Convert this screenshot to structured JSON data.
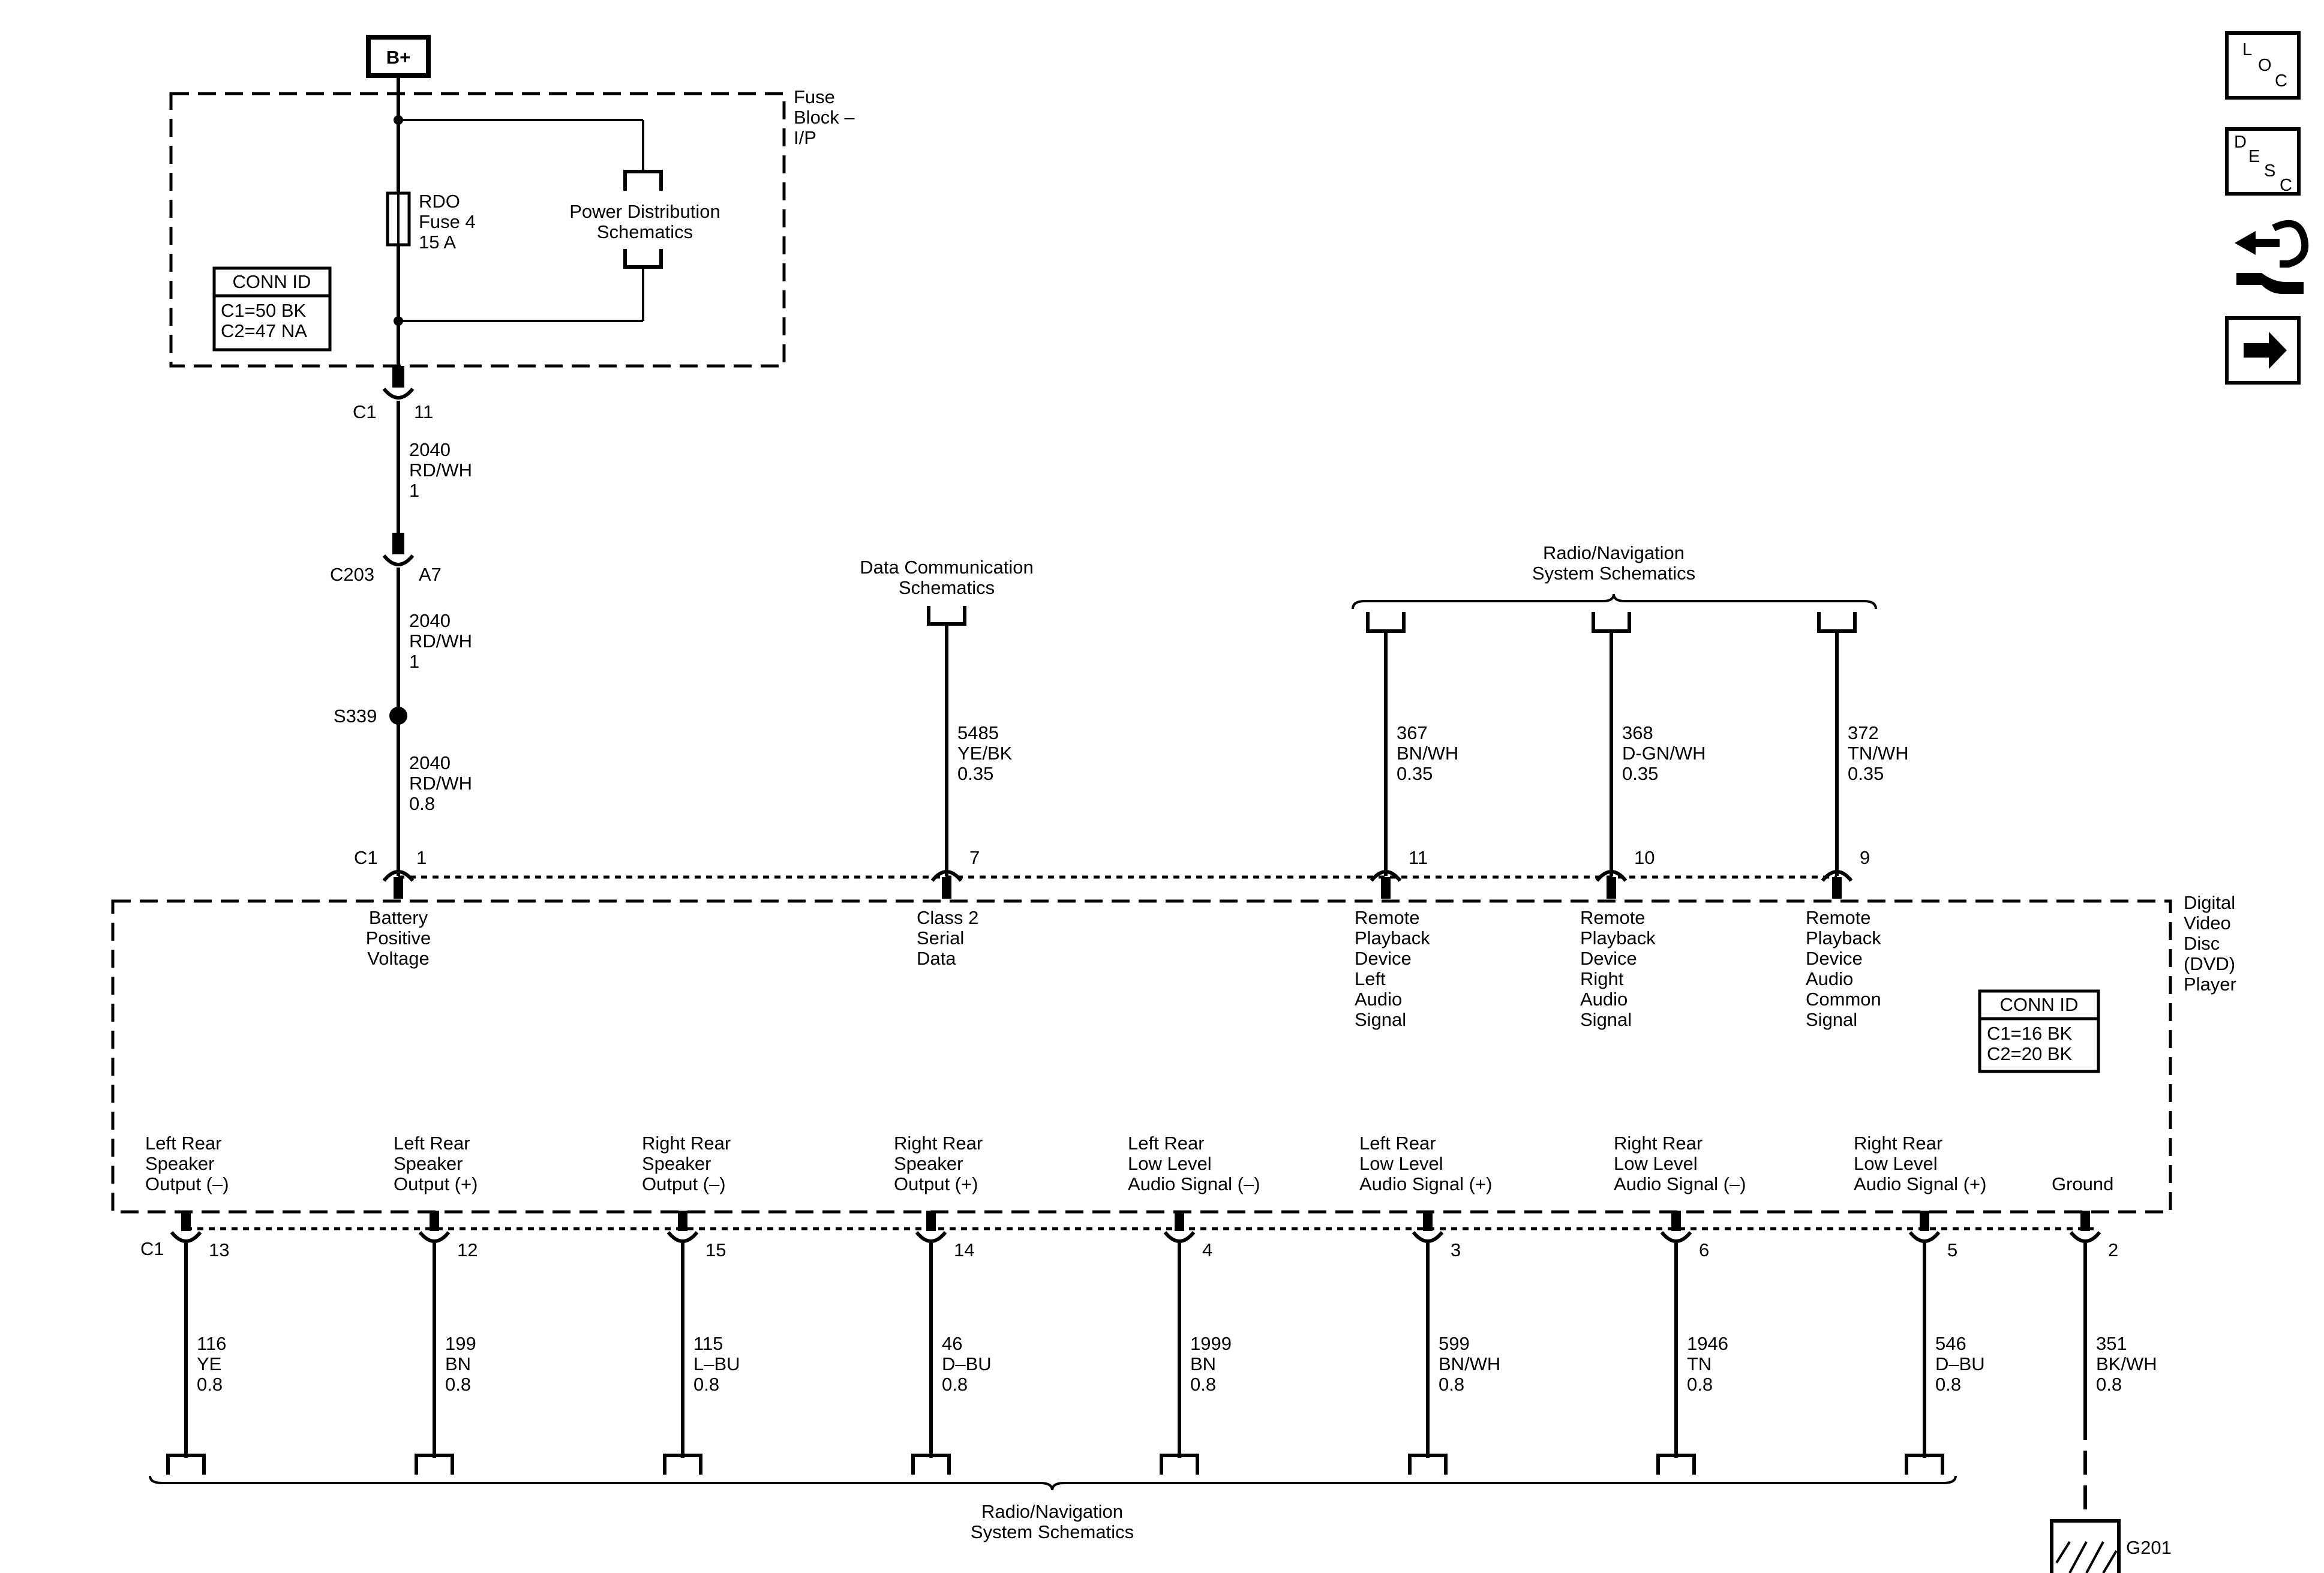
{
  "power": {
    "source": "B+",
    "fuse_block": [
      "Fuse",
      "Block –",
      "I/P"
    ],
    "fuse": [
      "RDO",
      "Fuse 4",
      "15 A"
    ],
    "power_dist": [
      "Power Distribution",
      "Schematics"
    ],
    "conn_title": "CONN ID",
    "conn_lines": [
      "C1=50 BK",
      "C2=47 NA"
    ],
    "c1_label": "C1",
    "c1_pin": "11",
    "wire1": [
      "2040",
      "RD/WH",
      "1"
    ],
    "c203_label": "C203",
    "c203_pin": "A7",
    "wire2": [
      "2040",
      "RD/WH",
      "1"
    ],
    "splice": "S339",
    "wire3": [
      "2040",
      "RD/WH",
      "0.8"
    ]
  },
  "data_comm": {
    "title": [
      "Data Communication",
      "Schematics"
    ],
    "wire": [
      "5485",
      "YE/BK",
      "0.35"
    ]
  },
  "radio_top": {
    "title": [
      "Radio/Navigation",
      "System Schematics"
    ],
    "wires": [
      [
        "367",
        "BN/WH",
        "0.35"
      ],
      [
        "368",
        "D-GN/WH",
        "0.35"
      ],
      [
        "372",
        "TN/WH",
        "0.35"
      ]
    ]
  },
  "dvd": {
    "name": [
      "Digital",
      "Video",
      "Disc",
      "(DVD)",
      "Player"
    ],
    "conn_title": "CONN ID",
    "conn_lines": [
      "C1=16 BK",
      "C2=20 BK"
    ],
    "top_connector": "C1",
    "top_pins": [
      "1",
      "7",
      "11",
      "10",
      "9"
    ],
    "top_labels": [
      [
        "Battery",
        "Positive",
        "Voltage"
      ],
      [
        "Class 2",
        "Serial",
        "Data"
      ],
      [
        "Remote",
        "Playback",
        "Device",
        "Left",
        "Audio",
        "Signal"
      ],
      [
        "Remote",
        "Playback",
        "Device",
        "Right",
        "Audio",
        "Signal"
      ],
      [
        "Remote",
        "Playback",
        "Device",
        "Audio",
        "Common",
        "Signal"
      ]
    ],
    "bottom_connector": "C1",
    "bottom_labels": [
      [
        "Left Rear",
        "Speaker",
        "Output (–)"
      ],
      [
        "Left Rear",
        "Speaker",
        "Output (+)"
      ],
      [
        "Right Rear",
        "Speaker",
        "Output (–)"
      ],
      [
        "Right Rear",
        "Speaker",
        "Output (+)"
      ],
      [
        "Left Rear",
        "Low Level",
        "Audio Signal (–)"
      ],
      [
        "Left Rear",
        "Low Level",
        "Audio Signal (+)"
      ],
      [
        "Right Rear",
        "Low Level",
        "Audio Signal (–)"
      ],
      [
        "Right Rear",
        "Low Level",
        "Audio Signal (+)"
      ],
      [
        "Ground"
      ]
    ],
    "bottom_pins": [
      "13",
      "12",
      "15",
      "14",
      "4",
      "3",
      "6",
      "5",
      "2"
    ],
    "bottom_wires": [
      [
        "116",
        "YE",
        "0.8"
      ],
      [
        "199",
        "BN",
        "0.8"
      ],
      [
        "115",
        "L–BU",
        "0.8"
      ],
      [
        "46",
        "D–BU",
        "0.8"
      ],
      [
        "1999",
        "BN",
        "0.8"
      ],
      [
        "599",
        "BN/WH",
        "0.8"
      ],
      [
        "1946",
        "TN",
        "0.8"
      ],
      [
        "546",
        "D–BU",
        "0.8"
      ],
      [
        "351",
        "BK/WH",
        "0.8"
      ]
    ]
  },
  "radio_bottom": {
    "title": [
      "Radio/Navigation",
      "System Schematics"
    ]
  },
  "ground": {
    "label": "G201"
  },
  "nav": {
    "loc": [
      "L",
      "O",
      "C"
    ],
    "desc": [
      "D",
      "E",
      "S",
      "C"
    ],
    "icons": [
      "loc-icon",
      "desc-icon",
      "connector-tool-icon",
      "next-arrow-icon"
    ]
  }
}
